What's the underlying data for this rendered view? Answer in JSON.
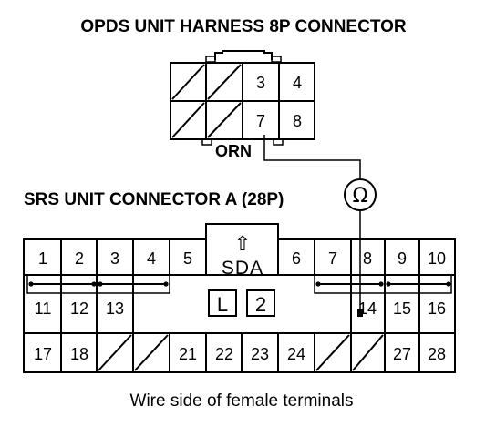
{
  "opds_connector": {
    "title": "OPDS UNIT HARNESS 8P CONNECTOR",
    "terminals_top": [
      "",
      "",
      "3",
      "4"
    ],
    "terminals_bottom": [
      "",
      "",
      "7",
      "8"
    ],
    "wire_color": "ORN"
  },
  "meter": {
    "symbol": "Ω"
  },
  "srs_connector": {
    "title": "SRS UNIT CONNECTOR A (28P)",
    "row1": [
      "1",
      "2",
      "3",
      "4",
      "5",
      "6",
      "7",
      "8",
      "9",
      "10"
    ],
    "row2": [
      "11",
      "12",
      "13",
      "14",
      "15",
      "16"
    ],
    "row3": [
      "17",
      "18",
      "21",
      "22",
      "23",
      "24",
      "27",
      "28"
    ],
    "center_label": "SDA",
    "center_arrow": "⇧",
    "box_left": "L",
    "box_right": "2"
  },
  "caption": "Wire side of female terminals"
}
